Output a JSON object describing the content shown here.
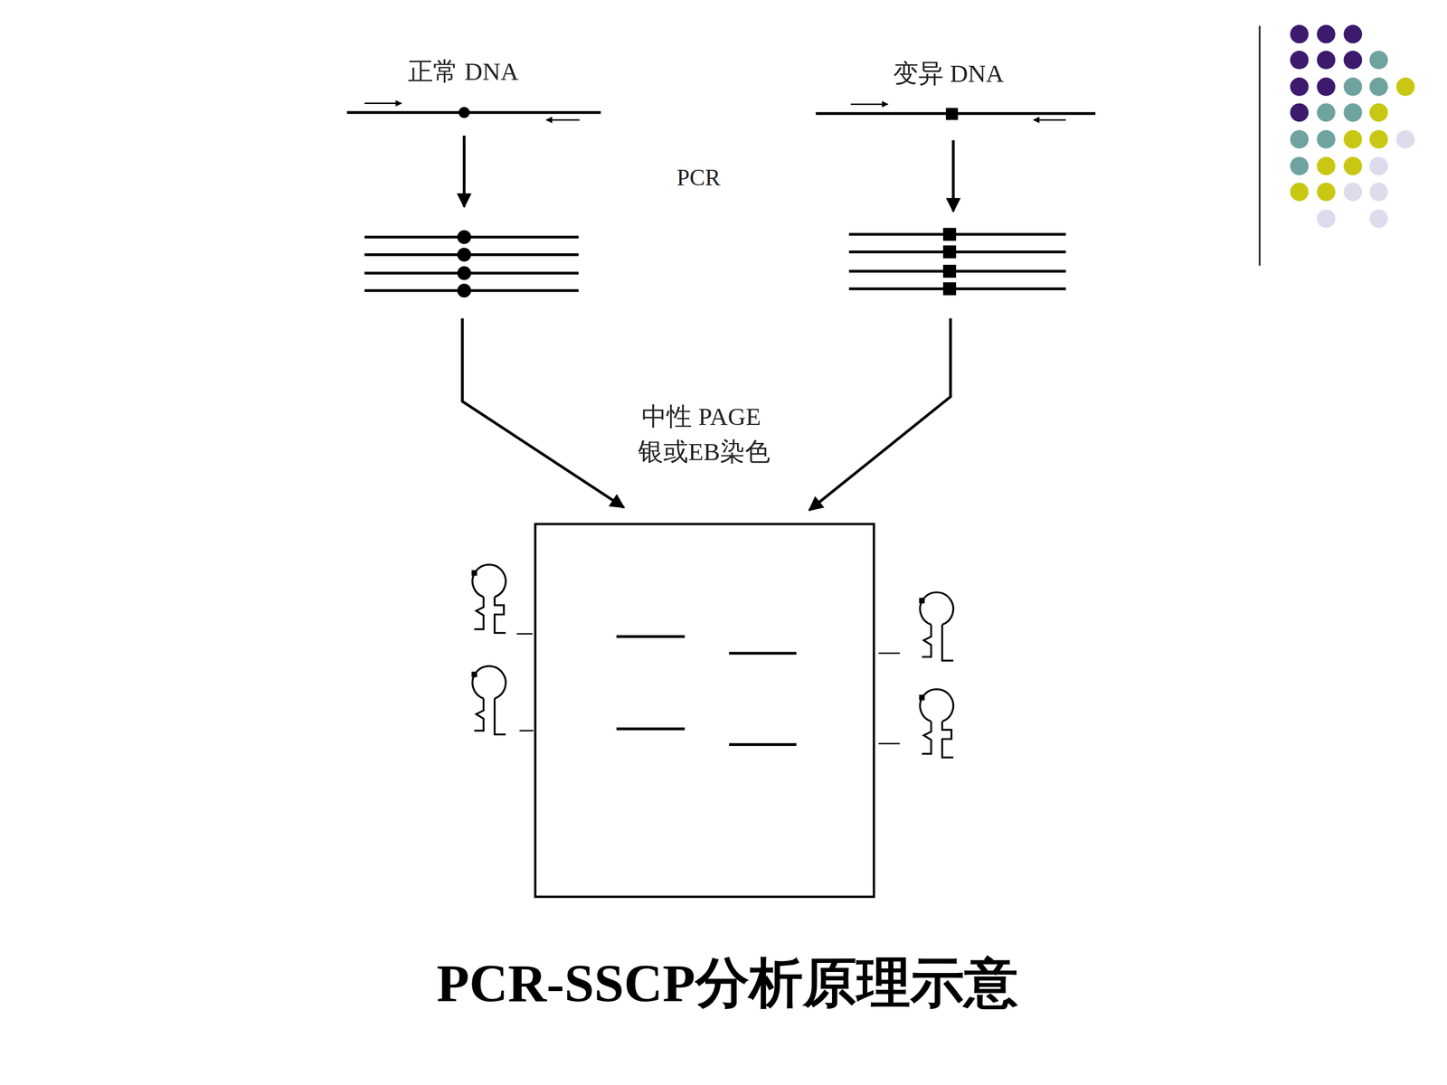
{
  "diagram": {
    "caption": "PCR-SSCP分析原理示意",
    "labels": [
      "正常 DNA",
      "变异 DNA",
      "PCR",
      "中性 PAGE",
      "银或EB染色"
    ]
  }
}
